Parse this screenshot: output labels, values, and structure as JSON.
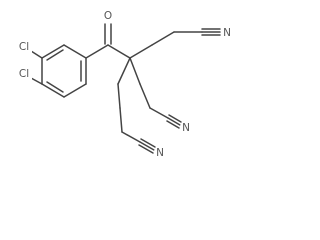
{
  "colors": {
    "background": "#ffffff",
    "bond": "#444444",
    "atom_label": "#555555"
  },
  "molecule": {
    "atoms": {
      "carbonyl_oxygen": "O",
      "chlorine_top": "Cl",
      "chlorine_bottom": "Cl",
      "nitrile_top_right": "N",
      "nitrile_middle": "N",
      "nitrile_bottom": "N"
    }
  }
}
